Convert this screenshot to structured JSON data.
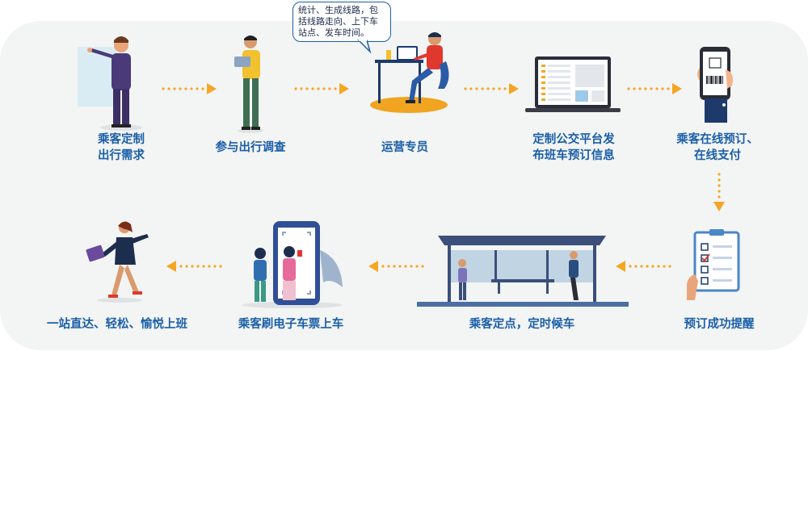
{
  "steps": [
    {
      "id": "s1",
      "label": "乘客定制\n出行需求"
    },
    {
      "id": "s2",
      "label": "参与出行调查"
    },
    {
      "id": "s3",
      "label": "运营专员"
    },
    {
      "id": "s4",
      "label": "定制公交平台发\n布班车预订信息"
    },
    {
      "id": "s5",
      "label": "乘客在线预订、\n在线支付"
    },
    {
      "id": "s6",
      "label": "预订成功提醒"
    },
    {
      "id": "s7",
      "label": "乘客定点，定时候车"
    },
    {
      "id": "s8",
      "label": "乘客刷电子车票上车"
    },
    {
      "id": "s9",
      "label": "一站直达、轻松、愉悦上班"
    }
  ],
  "speech_bubble": "统计、生成线路，包括线路走向、上下车站点、发车时间。",
  "colors": {
    "panel": "#f3f4f4",
    "label": "#1a5fa8",
    "arrow": "#f5a623"
  }
}
